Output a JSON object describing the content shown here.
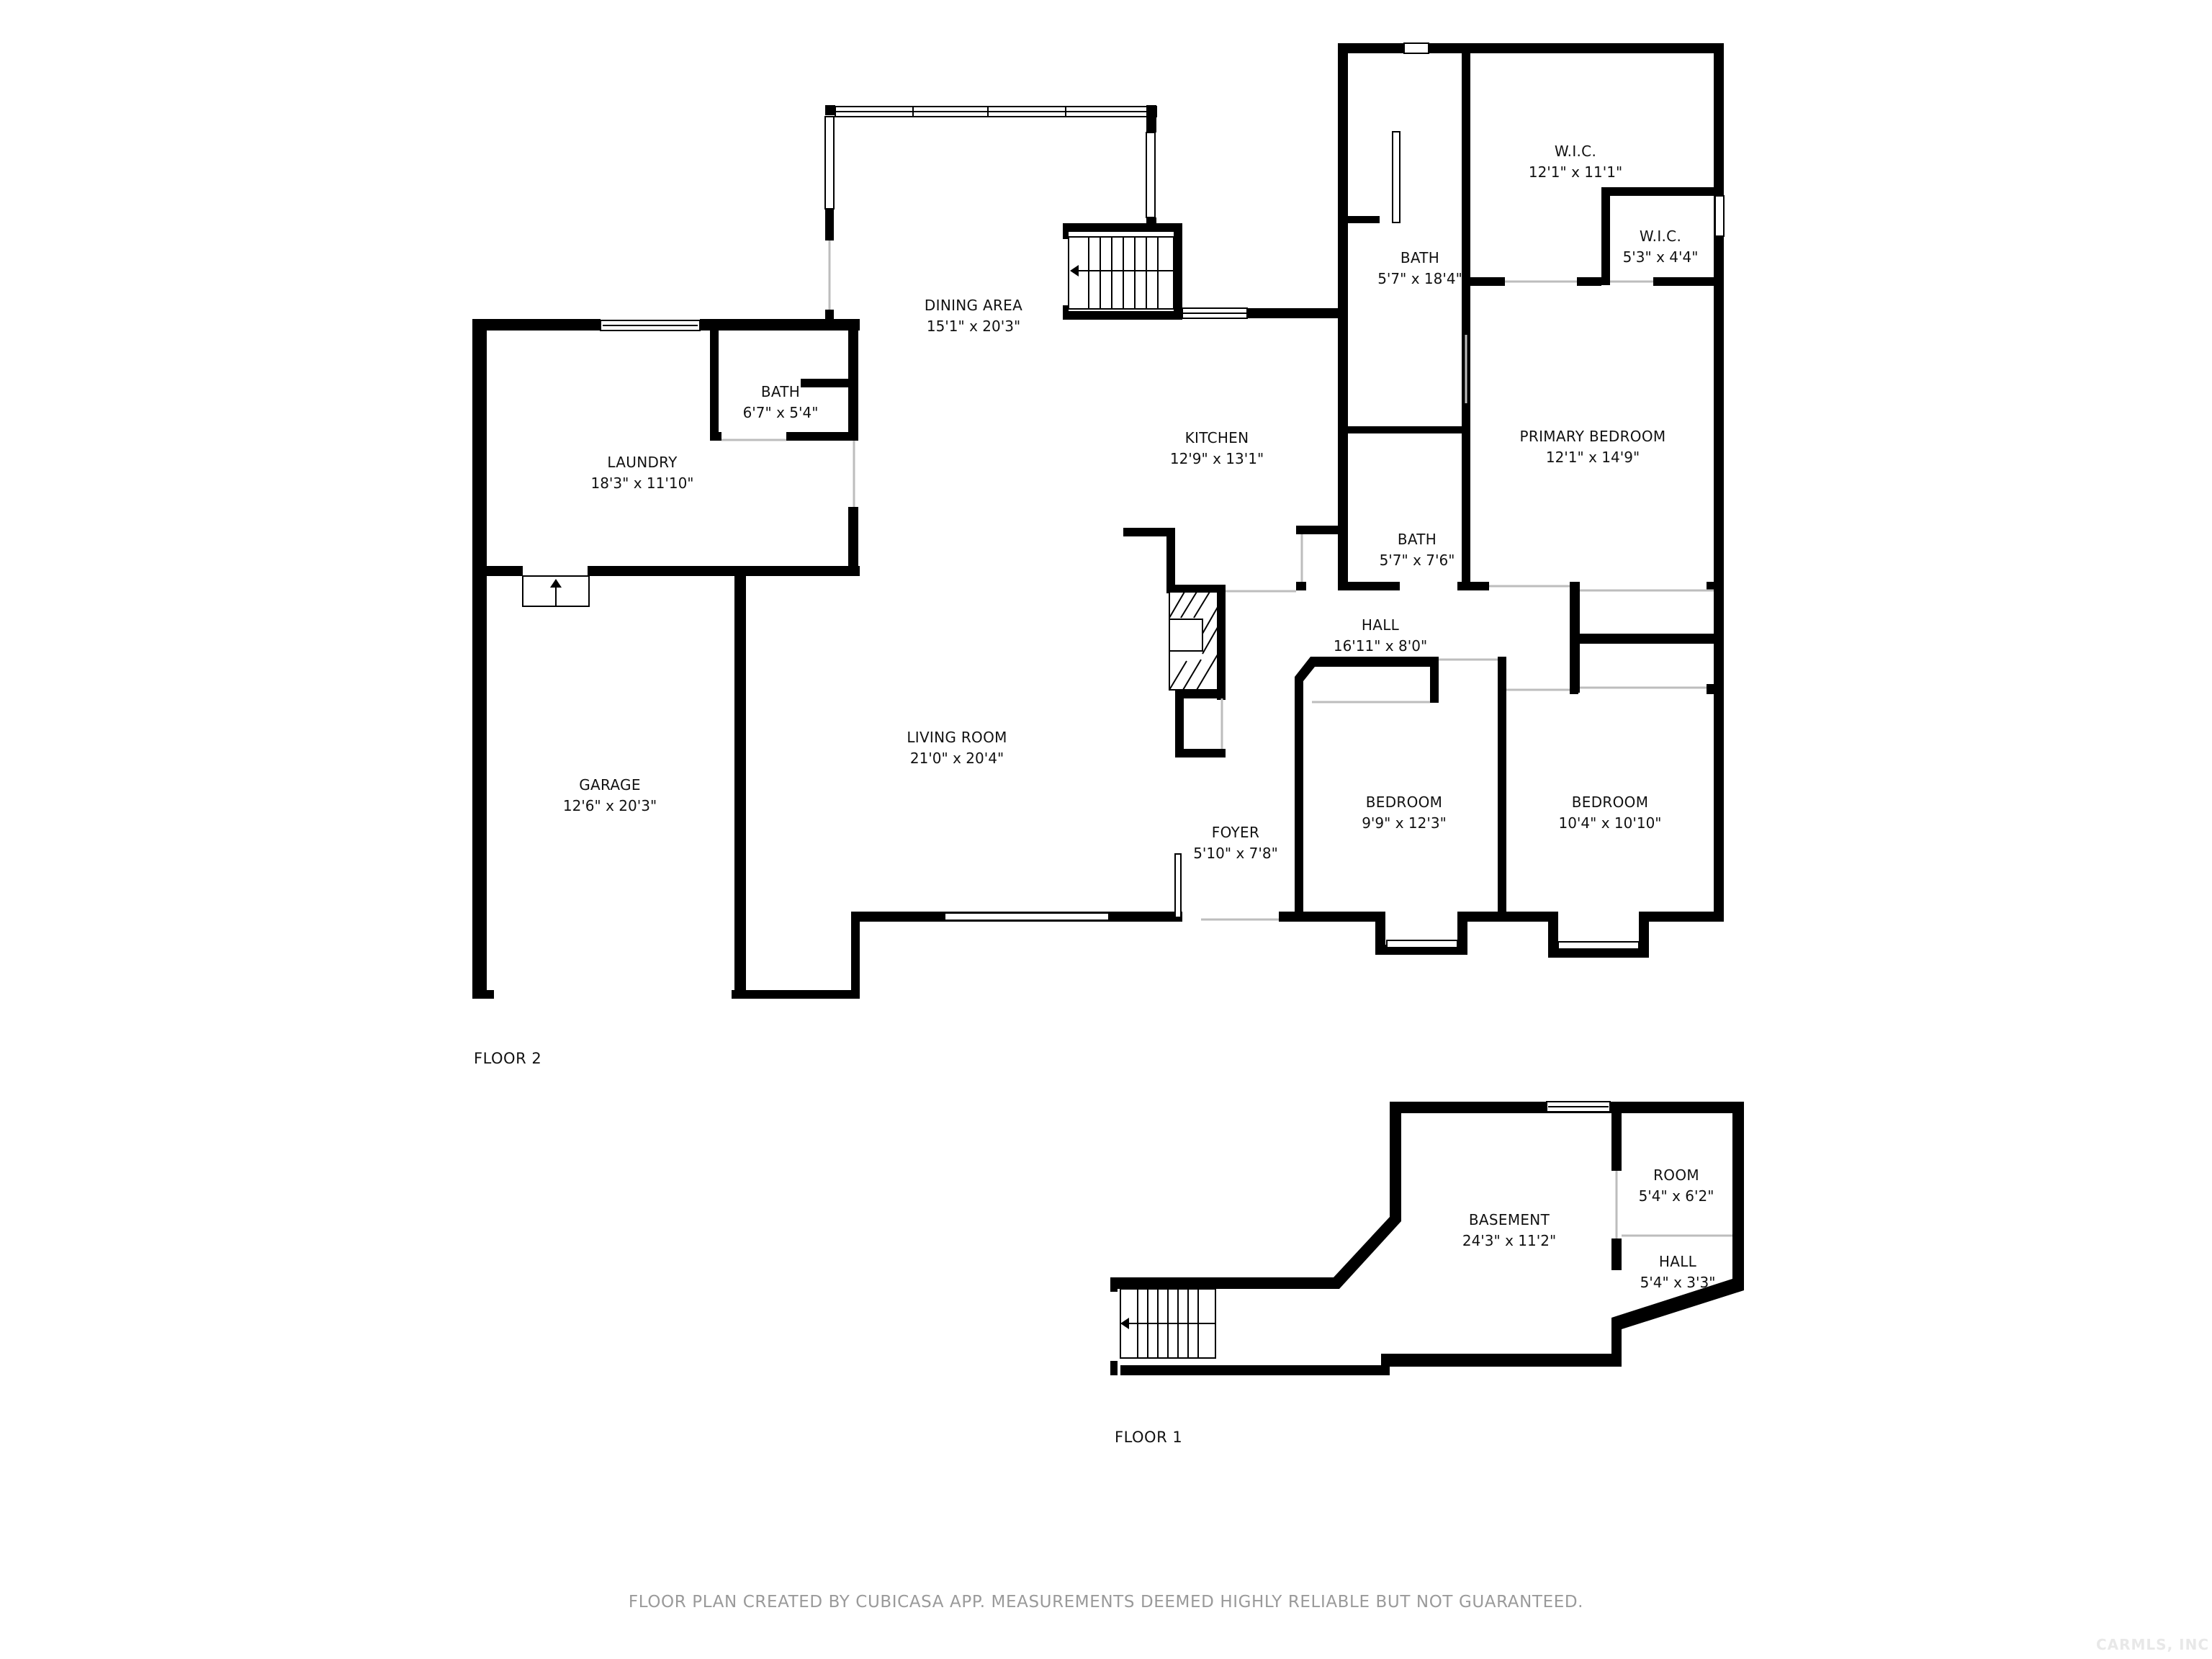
{
  "plan": {
    "floors": [
      {
        "label": "FLOOR 2",
        "rooms": [
          {
            "name": "DINING AREA",
            "dims": "15'1\" x 20'3\""
          },
          {
            "name": "BATH",
            "dims": "6'7\" x 5'4\""
          },
          {
            "name": "LAUNDRY",
            "dims": "18'3\" x 11'10\""
          },
          {
            "name": "KITCHEN",
            "dims": "12'9\" x 13'1\""
          },
          {
            "name": "GARAGE",
            "dims": "12'6\" x 20'3\""
          },
          {
            "name": "LIVING ROOM",
            "dims": "21'0\" x 20'4\""
          },
          {
            "name": "FOYER",
            "dims": "5'10\" x 7'8\""
          },
          {
            "name": "HALL",
            "dims": "16'11\" x 8'0\""
          },
          {
            "name": "BEDROOM",
            "dims": "9'9\" x 12'3\""
          },
          {
            "name": "BEDROOM",
            "dims": "10'4\" x 10'10\""
          },
          {
            "name": "BATH",
            "dims": "5'7\" x 7'6\""
          },
          {
            "name": "PRIMARY BEDROOM",
            "dims": "12'1\" x 14'9\""
          },
          {
            "name": "BATH",
            "dims": "5'7\" x 18'4\""
          },
          {
            "name": "W.I.C.",
            "dims": "12'1\" x 11'1\""
          },
          {
            "name": "W.I.C.",
            "dims": "5'3\" x 4'4\""
          }
        ]
      },
      {
        "label": "FLOOR 1",
        "rooms": [
          {
            "name": "BASEMENT",
            "dims": "24'3\" x 11'2\""
          },
          {
            "name": "ROOM",
            "dims": "5'4\" x 6'2\""
          },
          {
            "name": "HALL",
            "dims": "5'4\" x 3'3\""
          }
        ]
      }
    ],
    "footer": "FLOOR PLAN CREATED BY CUBICASA APP. MEASUREMENTS DEEMED HIGHLY RELIABLE BUT NOT GUARANTEED.",
    "watermark": "CARMLS, INC",
    "colors": {
      "wall": "#000000",
      "background": "#ffffff",
      "footer_text": "#9a9a9a",
      "door_line": "#bdbdbd"
    }
  }
}
